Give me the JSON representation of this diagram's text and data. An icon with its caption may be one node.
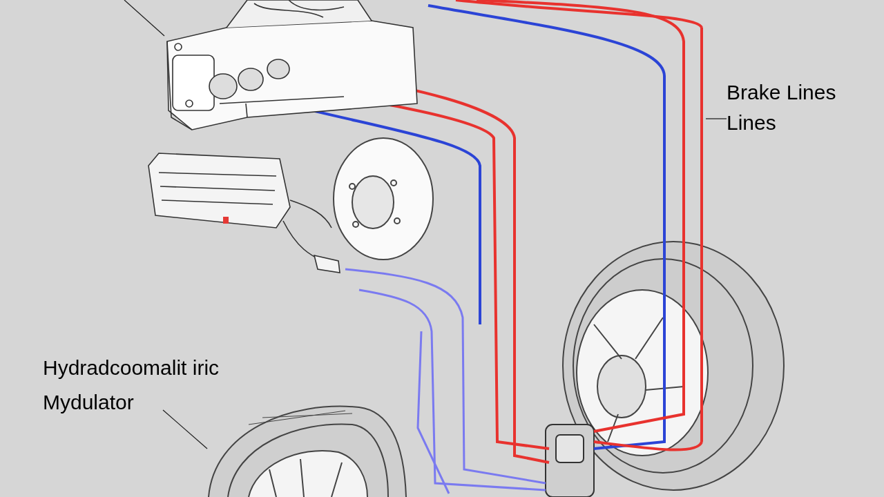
{
  "diagram": {
    "nodes": [
      {
        "text": [
          "Brake Lines Lines"
        ]
      },
      {
        "text": [],
        "shape": "picture"
      },
      {
        "text": [
          "Hydradcoomalit iric Mydulator"
        ]
      },
      {
        "text": [],
        "shape": "picture"
      },
      {
        "text": [],
        "shape": "picture"
      }
    ],
    "edges": [
      {
        "from": 0,
        "to": 1,
        "arrow": "none"
      },
      {
        "from": 2,
        "to": 3,
        "arrow": "none"
      },
      {
        "from": null,
        "to": 4,
        "arrow": "none"
      }
    ]
  }
}
